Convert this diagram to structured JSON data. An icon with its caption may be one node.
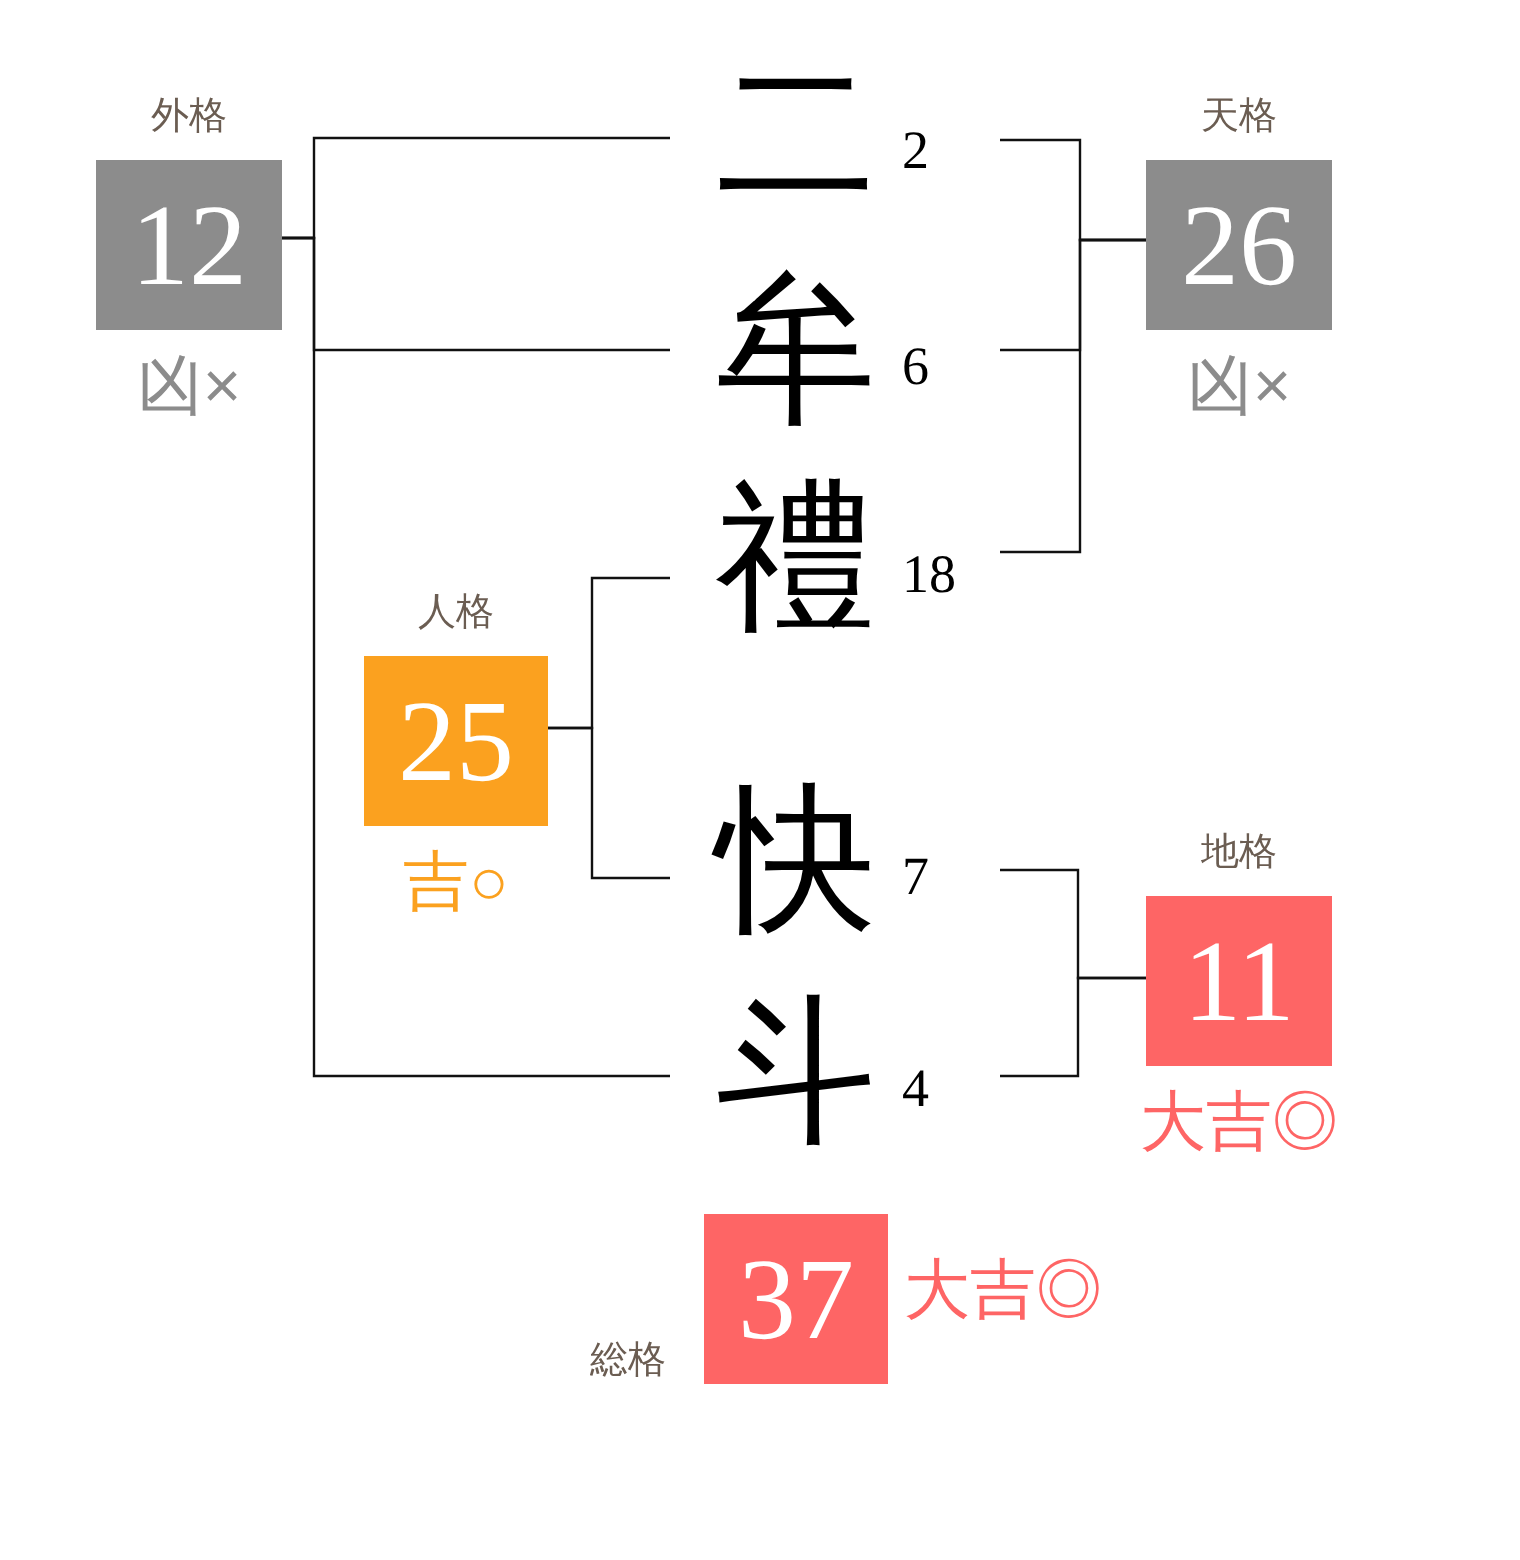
{
  "diagram": {
    "nodes": [
      {
        "text": [
          "外格",
          "12"
        ],
        "beside": [
          "凶×"
        ]
      },
      {
        "text": [
          "二"
        ],
        "beside": [
          "2"
        ]
      },
      {
        "text": [
          "天格",
          "26"
        ],
        "beside": [
          "凶×"
        ]
      },
      {
        "text": [
          "牟"
        ],
        "beside": [
          "6"
        ]
      },
      {
        "text": [
          "禮"
        ],
        "beside": [
          "18"
        ]
      },
      {
        "text": [
          "人格",
          "25"
        ],
        "beside": [
          "吉○"
        ]
      },
      {
        "text": [
          "快"
        ],
        "beside": [
          "7"
        ]
      },
      {
        "text": [
          "地格",
          "11"
        ],
        "beside": [
          "大吉◎"
        ]
      },
      {
        "text": [
          "斗"
        ],
        "beside": [
          "4"
        ]
      },
      {
        "text": [
          "総格",
          "37"
        ],
        "beside": [
          "大吉◎"
        ]
      }
    ],
    "edges": [
      {
        "from": 0,
        "to": 1,
        "arrow": "none"
      },
      {
        "from": 0,
        "to": 3,
        "arrow": "none"
      },
      {
        "from": 0,
        "to": 8,
        "arrow": "none"
      },
      {
        "from": 2,
        "to": 1,
        "arrow": "none"
      },
      {
        "from": 2,
        "to": 3,
        "arrow": "none"
      },
      {
        "from": 2,
        "to": 4,
        "arrow": "none"
      },
      {
        "from": 5,
        "to": 4,
        "arrow": "none"
      },
      {
        "from": 5,
        "to": 6,
        "arrow": "none"
      },
      {
        "from": 7,
        "to": 6,
        "arrow": "none"
      },
      {
        "from": 7,
        "to": 8,
        "arrow": "none"
      }
    ]
  }
}
